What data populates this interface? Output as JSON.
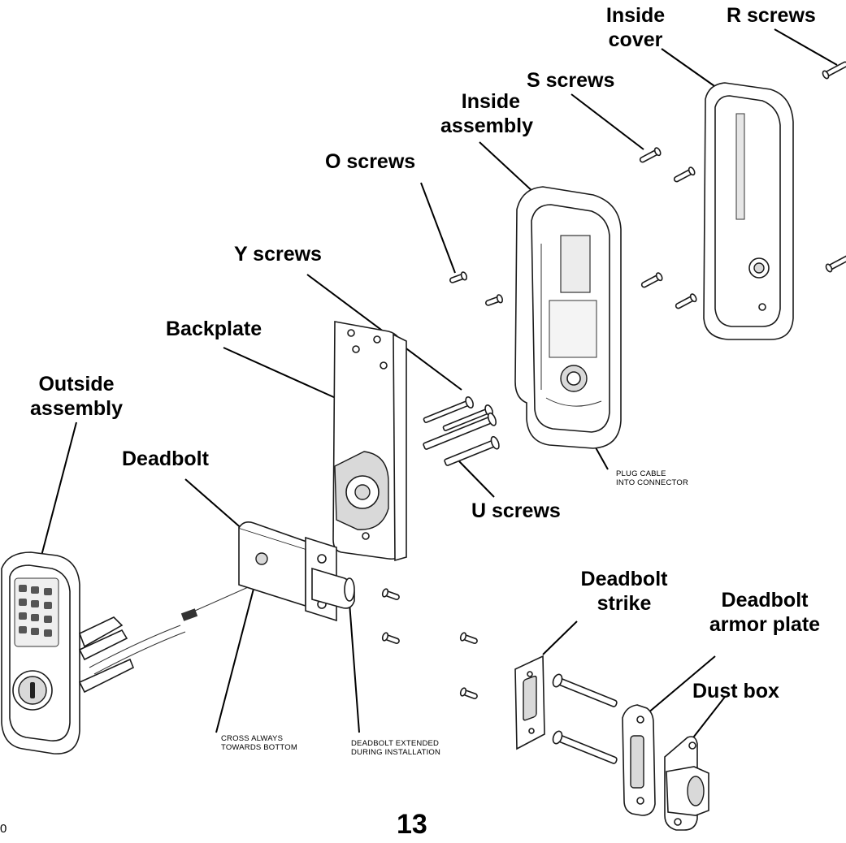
{
  "labels": {
    "inside_cover": [
      "Inside",
      "cover"
    ],
    "r_screws": "R screws",
    "s_screws": "S screws",
    "inside_assembly": [
      "Inside",
      "assembly"
    ],
    "o_screws": "O screws",
    "y_screws": "Y screws",
    "backplate": "Backplate",
    "outside_assembly": [
      "Outside",
      "assembly"
    ],
    "deadbolt": "Deadbolt",
    "u_screws": "U screws",
    "deadbolt_strike": [
      "Deadbolt",
      "strike"
    ],
    "deadbolt_armor_plate": [
      "Deadbolt",
      "armor plate"
    ],
    "dust_box": "Dust box"
  },
  "notes": {
    "plug_cable": [
      "PLUG CABLE",
      "INTO CONNECTOR"
    ],
    "cross_always": [
      "CROSS ALWAYS",
      "TOWARDS BOTTOM"
    ],
    "deadbolt_extended": [
      "DEADBOLT EXTENDED",
      "DURING INSTALLATION"
    ]
  },
  "page_number": "13",
  "corner_mark": "0",
  "icons": [
    "lock-keypad-icon",
    "keyhole-icon",
    "screw-icon",
    "deadbolt-latch-icon"
  ]
}
